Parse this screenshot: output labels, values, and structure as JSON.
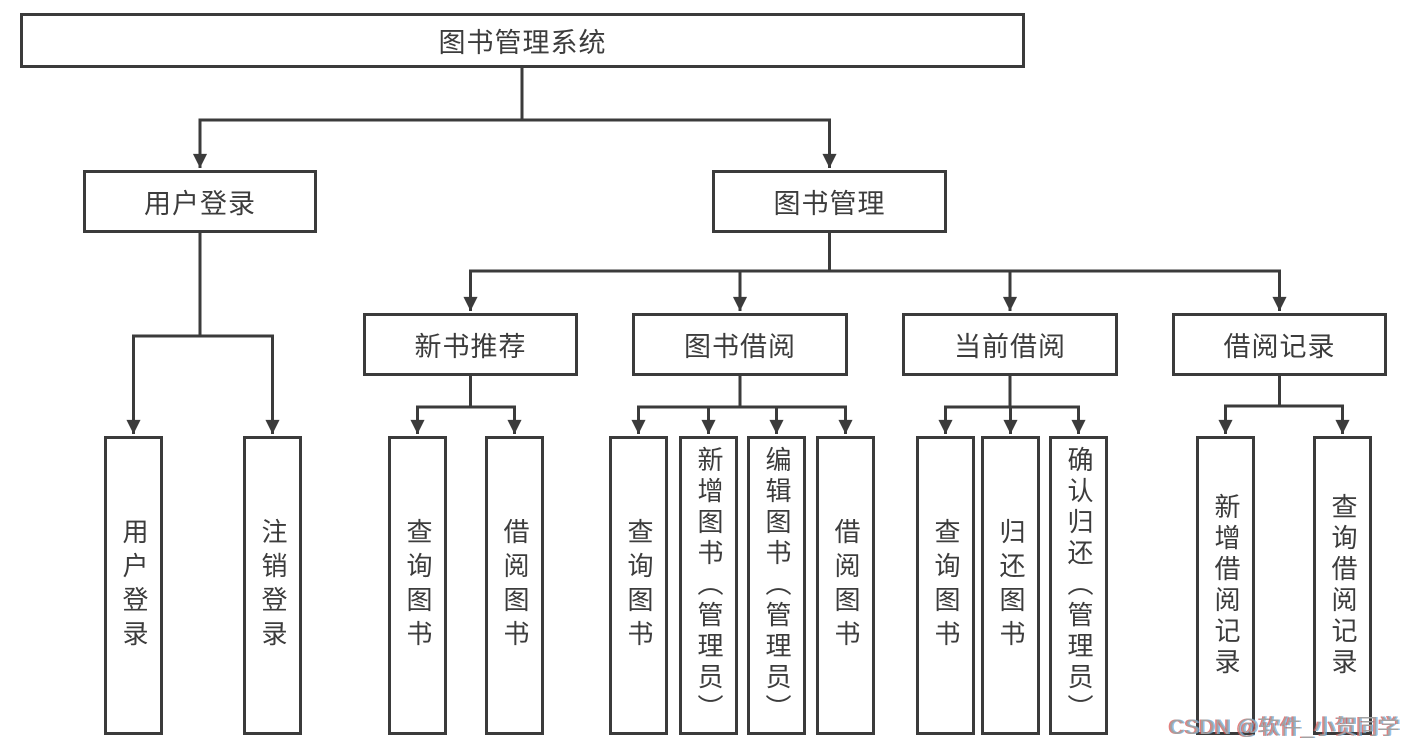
{
  "palette": {
    "line_color": "#3b3b3b",
    "text_color": "#3c3c3c",
    "box_fill": "#ffffff",
    "background": "#ffffff",
    "watermark_color": "#a2a2a2"
  },
  "tree": {
    "root": {
      "label": "图书管理系统"
    },
    "branches": [
      {
        "label": "用户登录",
        "children": [
          {
            "label": "用户登录"
          },
          {
            "label": "注销登录"
          }
        ]
      },
      {
        "label": "图书管理",
        "children": [
          {
            "label": "新书推荐",
            "children": [
              {
                "label": "查询图书"
              },
              {
                "label": "借阅图书"
              }
            ]
          },
          {
            "label": "图书借阅",
            "children": [
              {
                "label": "查询图书"
              },
              {
                "label": "新增图书（管理员）"
              },
              {
                "label": "编辑图书（管理员）"
              },
              {
                "label": "借阅图书"
              }
            ]
          },
          {
            "label": "当前借阅",
            "children": [
              {
                "label": "查询图书"
              },
              {
                "label": "归还图书"
              },
              {
                "label": "确认归还（管理员）"
              }
            ]
          },
          {
            "label": "借阅记录",
            "children": [
              {
                "label": "新增借阅记录"
              },
              {
                "label": "查询借阅记录"
              }
            ]
          }
        ]
      }
    ]
  },
  "watermark": {
    "text": "CSDN @软件_小贺同学"
  }
}
